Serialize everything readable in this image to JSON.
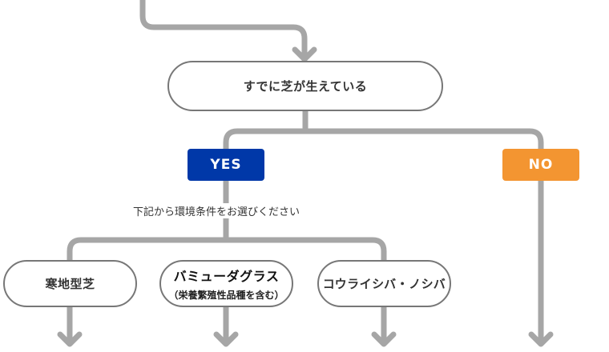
{
  "question": {
    "label": "すでに芝が生えている"
  },
  "branches": {
    "yes_label": "YES",
    "no_label": "NO",
    "yes_color": "#0038A8",
    "no_color": "#F39531"
  },
  "instruction": "下記から環境条件をお選びください",
  "options": {
    "cold_type": {
      "label": "寒地型芝"
    },
    "bermuda": {
      "label": "バミューダグラス",
      "sub_label": "（栄養繁殖性品種を含む）"
    },
    "korai": {
      "label": "コウライシバ・ノシバ"
    }
  },
  "colors": {
    "connector": "#a6a6a6",
    "border": "#777777"
  }
}
